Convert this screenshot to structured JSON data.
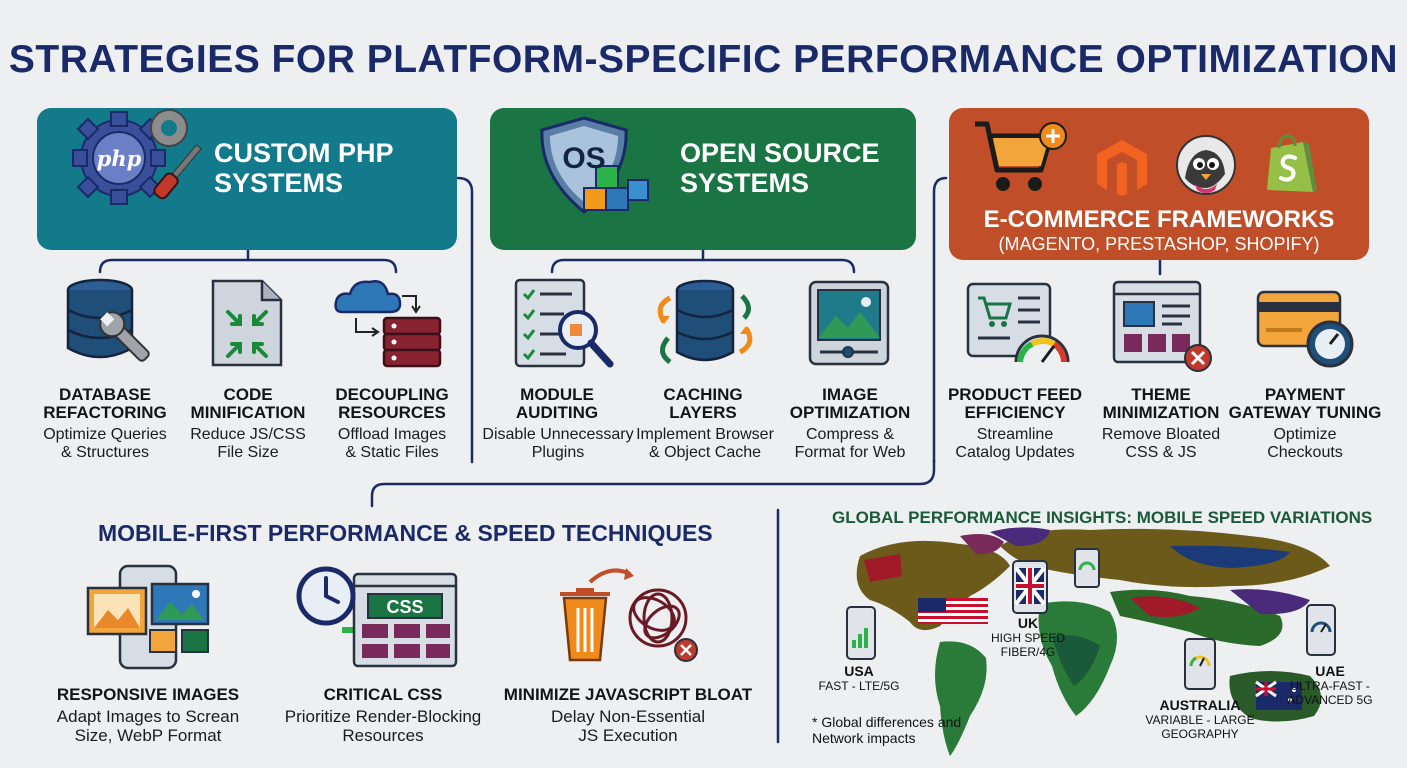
{
  "title": "STRATEGIES FOR PLATFORM-SPECIFIC PERFORMANCE OPTIMIZATION",
  "categories": [
    {
      "id": "php",
      "title_lines": [
        "CUSTOM PHP",
        "SYSTEMS"
      ],
      "color": "#127a8a",
      "icon_text": "php",
      "items": [
        {
          "title_lines": [
            "DATABASE",
            "REFACTORING"
          ],
          "desc_lines": [
            "Optimize Queries",
            "& Structures"
          ]
        },
        {
          "title_lines": [
            "CODE",
            "MINIFICATION"
          ],
          "desc_lines": [
            "Reduce JS/CSS",
            "File Size"
          ]
        },
        {
          "title_lines": [
            "DECOUPLING",
            "RESOURCES"
          ],
          "desc_lines": [
            "Offload Images",
            "& Static Files"
          ]
        }
      ]
    },
    {
      "id": "os",
      "title_lines": [
        "OPEN SOURCE",
        "SYSTEMS"
      ],
      "color": "#1a7443",
      "icon_text": "OS",
      "items": [
        {
          "title_lines": [
            "MODULE",
            "AUDITING"
          ],
          "desc_lines": [
            "Disable Unnecessary",
            "Plugins"
          ]
        },
        {
          "title_lines": [
            "CACHING",
            "LAYERS"
          ],
          "desc_lines": [
            "Implement Browser",
            "& Object Cache"
          ]
        },
        {
          "title_lines": [
            "IMAGE",
            "OPTIMIZATION"
          ],
          "desc_lines": [
            "Compress &",
            "Format for Web"
          ]
        }
      ]
    },
    {
      "id": "ecom",
      "title_lines": [
        "E-COMMERCE FRAMEWORKS"
      ],
      "subtitle": "(MAGENTO, PRESTASHOP, SHOPIFY)",
      "color": "#c04e28",
      "items": [
        {
          "title_lines": [
            "PRODUCT FEED",
            "EFFICIENCY"
          ],
          "desc_lines": [
            "Streamline",
            "Catalog Updates"
          ]
        },
        {
          "title_lines": [
            "THEME",
            "MINIMIZATION"
          ],
          "desc_lines": [
            "Remove Bloated",
            "CSS & JS"
          ]
        },
        {
          "title_lines": [
            "PAYMENT",
            "GATEWAY TUNING"
          ],
          "desc_lines": [
            "Optimize",
            "Checkouts"
          ]
        }
      ]
    }
  ],
  "mobile": {
    "heading": "MOBILE-FIRST PERFORMANCE & SPEED TECHNIQUES",
    "css_label": "CSS",
    "items": [
      {
        "title": "RESPONSIVE IMAGES",
        "desc_lines": [
          "Adapt Images to Screan",
          "Size, WebP Format"
        ]
      },
      {
        "title": "CRITICAL CSS",
        "desc_lines": [
          "Prioritize Render-Blocking",
          "Resources"
        ]
      },
      {
        "title": "MINIMIZE JAVASCRIPT BLOAT",
        "desc_lines": [
          "Delay Non-Essential",
          "JS Execution"
        ]
      }
    ]
  },
  "global": {
    "heading": "GLOBAL PERFORMANCE INSIGHTS: MOBILE SPEED VARIATIONS",
    "regions": [
      {
        "name": "USA",
        "speed_lines": [
          "FAST - LTE/5G"
        ]
      },
      {
        "name": "UK",
        "speed_lines": [
          "HIGH SPEED",
          "FIBER/4G"
        ]
      },
      {
        "name": "AUSTRALIA",
        "speed_lines": [
          "VARIABLE - LARGE",
          "GEOGRAPHY"
        ]
      },
      {
        "name": "UAE",
        "speed_lines": [
          "ULTRA-FAST -",
          "ADVANCED 5G"
        ]
      }
    ],
    "footnote_lines": [
      "* Global differences and",
      "Network impacts"
    ]
  },
  "colors": {
    "navy": "#1a2a68",
    "teal": "#127a8a",
    "green": "#1a7443",
    "orange": "#c04e28",
    "db_blue": "#1f4e79",
    "maroon": "#8a2331"
  }
}
